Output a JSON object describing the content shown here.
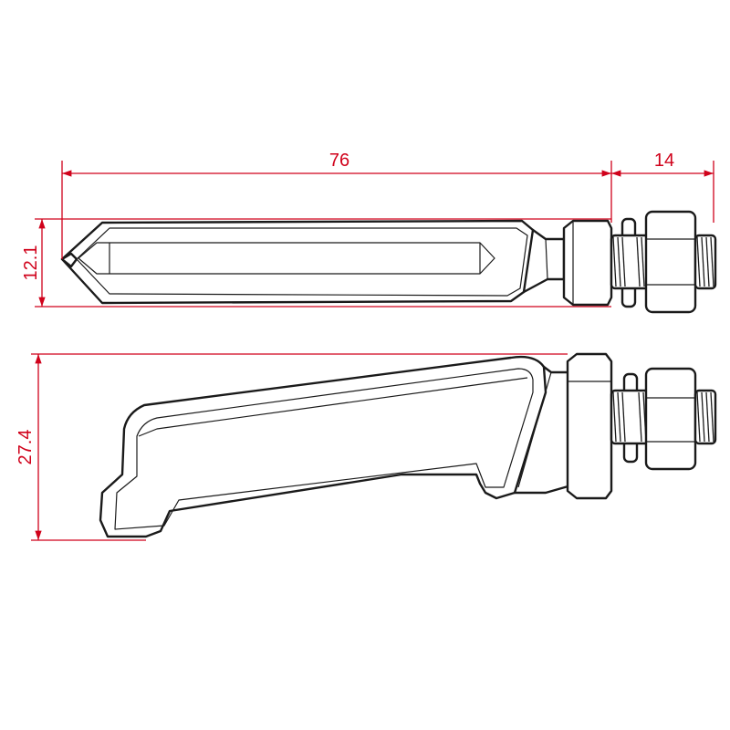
{
  "colors": {
    "dimension": "#d0021b",
    "outline": "#1a1a1a",
    "background": "#ffffff"
  },
  "dimensions": {
    "body_length": "76",
    "thread_length": "14",
    "body_height": "12.1",
    "side_height": "27.4"
  }
}
